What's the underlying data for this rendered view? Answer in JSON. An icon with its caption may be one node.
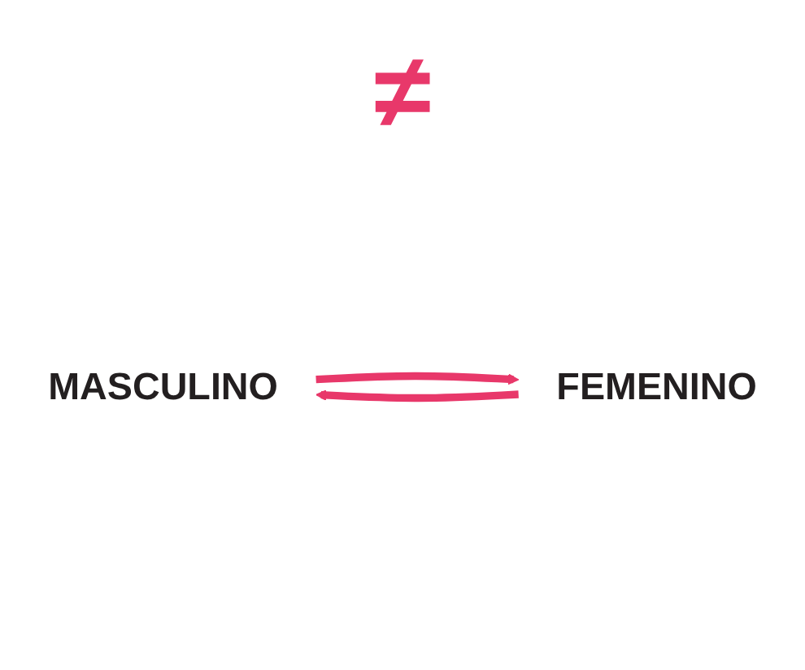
{
  "diagram": {
    "nodes": [
      {
        "text": [
          "MASCULINO"
        ]
      },
      {
        "text": [
          "FEMENINO"
        ]
      }
    ],
    "edges": [
      {
        "from": 0,
        "to": 1,
        "arrow": "to"
      },
      {
        "from": 1,
        "to": 0,
        "arrow": "to"
      }
    ],
    "labels": [
      "≠"
    ]
  }
}
